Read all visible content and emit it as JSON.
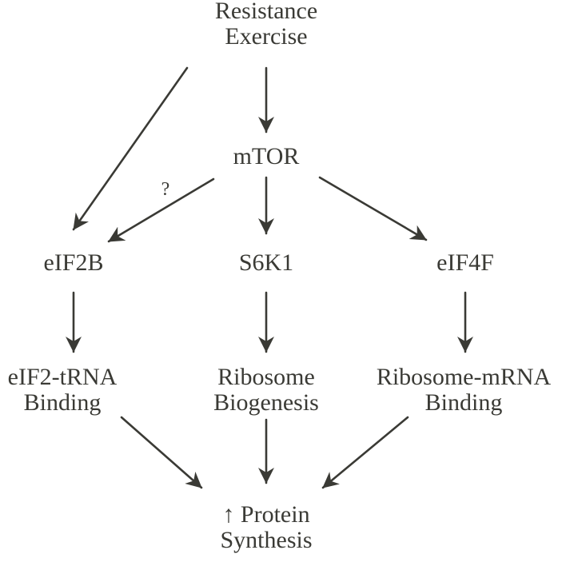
{
  "nodes": {
    "resistance_exercise": {
      "line1": "Resistance",
      "line2": "Exercise"
    },
    "mtor": {
      "label": "mTOR"
    },
    "eif2b": {
      "label": "eIF2B"
    },
    "s6k1": {
      "label": "S6K1"
    },
    "eif4f": {
      "label": "eIF4F"
    },
    "eif2_trna_binding": {
      "line1": "eIF2-tRNA",
      "line2": "Binding"
    },
    "ribosome_biogenesis": {
      "line1": "Ribosome",
      "line2": "Biogenesis"
    },
    "ribosome_mrna_binding": {
      "line1": "Ribosome-mRNA",
      "line2": "Binding"
    },
    "protein_synthesis": {
      "line1": "↑ Protein",
      "line2": "Synthesis"
    }
  },
  "annotations": {
    "uncertain_link": "?"
  },
  "edges": [
    {
      "from": "resistance_exercise",
      "to": "mtor"
    },
    {
      "from": "resistance_exercise",
      "to": "eif2b"
    },
    {
      "from": "mtor",
      "to": "eif2b",
      "label": "?"
    },
    {
      "from": "mtor",
      "to": "s6k1"
    },
    {
      "from": "mtor",
      "to": "eif4f"
    },
    {
      "from": "eif2b",
      "to": "eif2_trna_binding"
    },
    {
      "from": "s6k1",
      "to": "ribosome_biogenesis"
    },
    {
      "from": "eif4f",
      "to": "ribosome_mrna_binding"
    },
    {
      "from": "eif2_trna_binding",
      "to": "protein_synthesis"
    },
    {
      "from": "ribosome_biogenesis",
      "to": "protein_synthesis"
    },
    {
      "from": "ribosome_mrna_binding",
      "to": "protein_synthesis"
    }
  ],
  "colors": {
    "ink": "#3a3a35",
    "background": "#ffffff"
  }
}
